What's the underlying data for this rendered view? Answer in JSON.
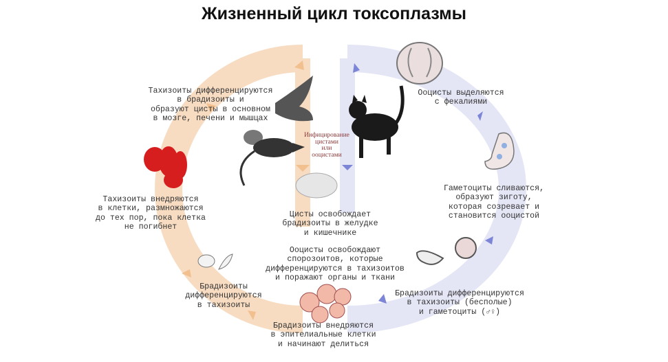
{
  "title": "Жизненный цикл токсоплазмы",
  "infection_label": "Инфицирование\nцистами\nили\nооцистами",
  "captions": {
    "tachy_to_brady": "Тахизоиты дифференцируются\nв брадизоиты и\nобразуют цисты в основном\nв мозге, печени и мышцах",
    "tachy_invade": "Тахизоиты внедряются\nв клетки, размножаются\nдо тех пор, пока клетка\nне погибнет",
    "cysts_release": "Цисты освобождает\nбрадизоиты в желудке\nи кишечнике",
    "oocysts_release": "Ооцисты освобождают\nспорозоитов, которые\nдифференцируются в тахизоитов\nи поражают органы и ткани",
    "brady_to_tachy": "Брадизоиты\nдифференцируются\nв тахизоиты",
    "brady_invade": "Брадизоиты внедряются\nв эпителиальные клетки\nи начинают делиться",
    "oocysts_feces": "Ооцисты выделяются\nс фекалиями",
    "gametocytes_fuse": "Гаметоциты сливаются,\nобразуют зиготу,\nкоторая созревает и\nстановится ооцистой",
    "brady_to_gametes": "Брадизоиты дифференцируются\nв тахизоиты (бесполые)\nи гаметоциты (♂♀)"
  },
  "colors": {
    "intermediate_cycle": "#f7dcc2",
    "definitive_cycle": "#e4e6f6",
    "arrow_orange": "#f2c08e",
    "arrow_blue": "#7d86d6"
  }
}
